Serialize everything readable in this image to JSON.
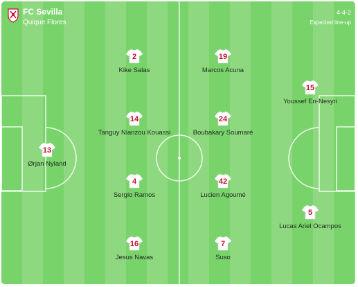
{
  "header": {
    "team_name": "FC Sevilla",
    "coach": "Quique Flores",
    "formation": "4-4-2",
    "expected_label": "Expected line-up"
  },
  "colors": {
    "pitch_dark": "#79d36b",
    "pitch_light": "#8ed97f",
    "lines": "#ffffff",
    "jersey": "#ffffff",
    "number": "#c8102e"
  },
  "players": [
    {
      "number": "13",
      "name": "Ørjan Nyland"
    },
    {
      "number": "2",
      "name": "Kike Salas"
    },
    {
      "number": "19",
      "name": "Marcos Acuna"
    },
    {
      "number": "14",
      "name": "Tanguy Nianzou Kouassi"
    },
    {
      "number": "24",
      "name": "Boubakary Soumaré"
    },
    {
      "number": "4",
      "name": "Sergio Ramos"
    },
    {
      "number": "42",
      "name": "Lucien Agoumé"
    },
    {
      "number": "16",
      "name": "Jesus Navas"
    },
    {
      "number": "7",
      "name": "Suso"
    },
    {
      "number": "15",
      "name": "Youssef En-Nesyri"
    },
    {
      "number": "5",
      "name": "Lucas Ariel Ocampos"
    }
  ]
}
